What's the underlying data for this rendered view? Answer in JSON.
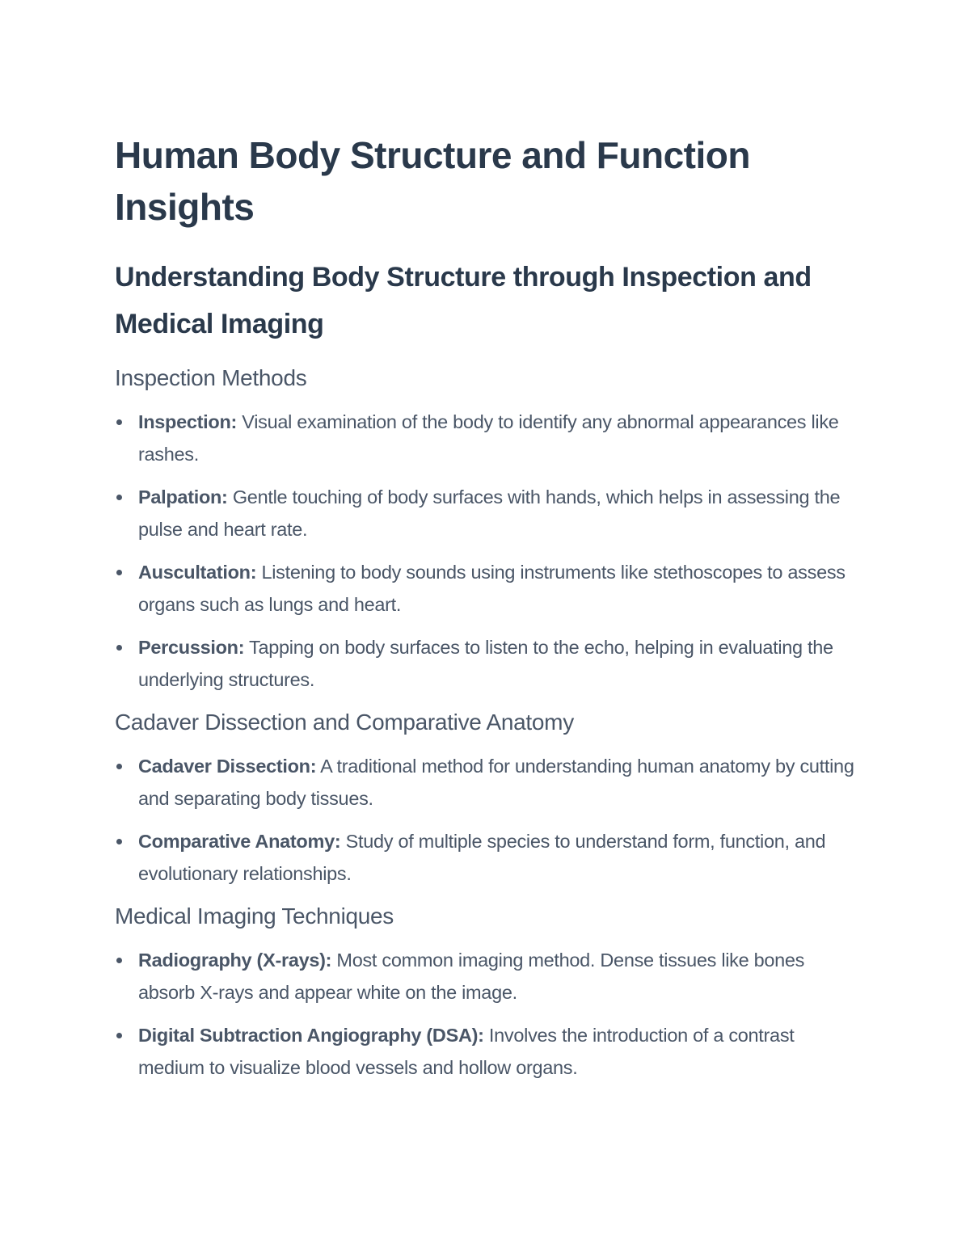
{
  "document": {
    "title": "Human Body Structure and Function Insights",
    "subtitle": "Understanding Body Structure through Inspection and Medical Imaging",
    "sections": [
      {
        "heading": "Inspection Methods",
        "items": [
          {
            "term": "Inspection:",
            "text": " Visual examination of the body to identify any abnormal appearances like rashes."
          },
          {
            "term": "Palpation:",
            "text": " Gentle touching of body surfaces with hands, which helps in assessing the pulse and heart rate."
          },
          {
            "term": "Auscultation:",
            "text": " Listening to body sounds using instruments like stethoscopes to assess organs such as lungs and heart."
          },
          {
            "term": "Percussion:",
            "text": " Tapping on body surfaces to listen to the echo, helping in evaluating the underlying structures."
          }
        ]
      },
      {
        "heading": "Cadaver Dissection and Comparative Anatomy",
        "items": [
          {
            "term": "Cadaver Dissection:",
            "text": " A traditional method for understanding human anatomy by cutting and separating body tissues."
          },
          {
            "term": "Comparative Anatomy:",
            "text": " Study of multiple species to understand form, function, and evolutionary relationships."
          }
        ]
      },
      {
        "heading": "Medical Imaging Techniques",
        "items": [
          {
            "term": "Radiography (X-rays):",
            "text": " Most common imaging method. Dense tissues like bones absorb X-rays and appear white on the image."
          },
          {
            "term": "Digital Subtraction Angiography (DSA):",
            "text": " Involves the introduction of a contrast medium to visualize blood vessels and hollow organs."
          }
        ]
      }
    ]
  },
  "colors": {
    "heading": "#2a394b",
    "body": "#4a5667",
    "background": "#ffffff"
  }
}
